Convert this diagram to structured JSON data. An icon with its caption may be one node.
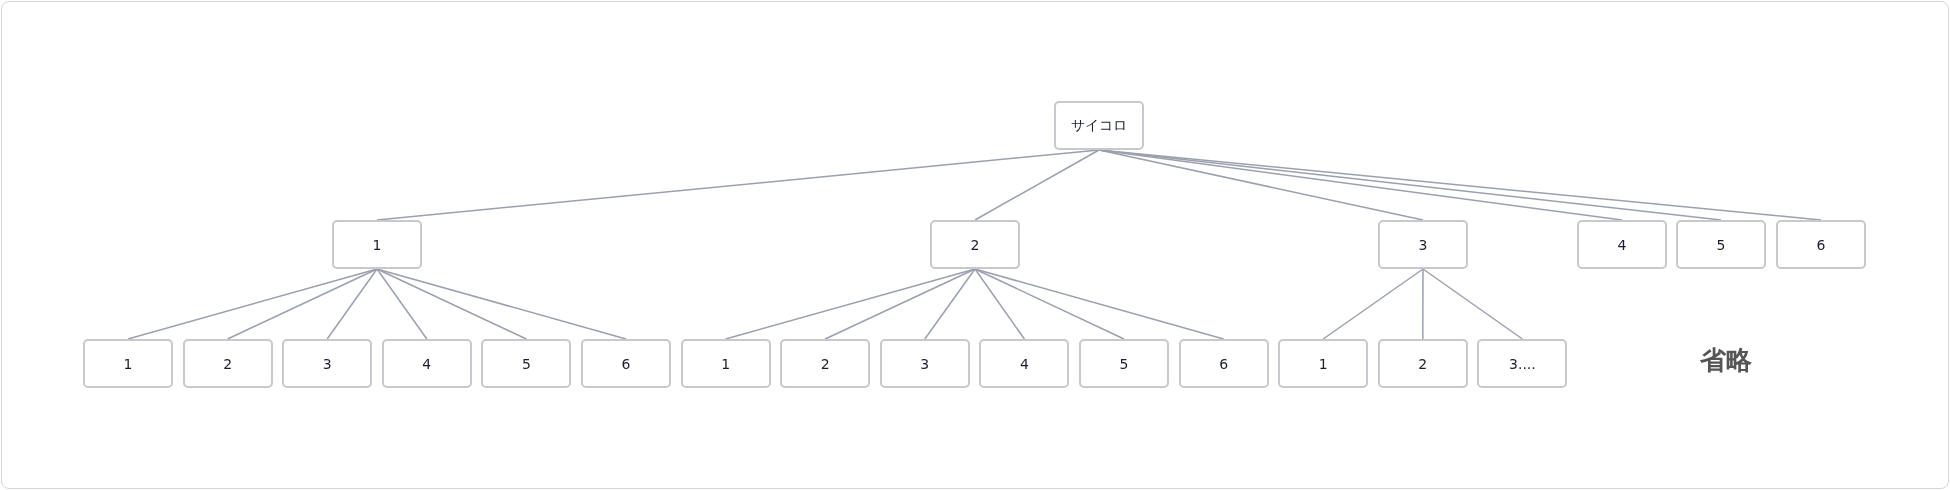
{
  "diagram": {
    "nodes": [
      {
        "text": [
          "サイコロ"
        ]
      },
      {
        "text": [
          "1"
        ]
      },
      {
        "text": [
          "2"
        ]
      },
      {
        "text": [
          "3"
        ]
      },
      {
        "text": [
          "4"
        ]
      },
      {
        "text": [
          "5"
        ]
      },
      {
        "text": [
          "6"
        ]
      },
      {
        "text": [
          "1"
        ]
      },
      {
        "text": [
          "2"
        ]
      },
      {
        "text": [
          "3"
        ]
      },
      {
        "text": [
          "4"
        ]
      },
      {
        "text": [
          "5"
        ]
      },
      {
        "text": [
          "6"
        ]
      },
      {
        "text": [
          "1"
        ]
      },
      {
        "text": [
          "2"
        ]
      },
      {
        "text": [
          "3"
        ]
      },
      {
        "text": [
          "4"
        ]
      },
      {
        "text": [
          "5"
        ]
      },
      {
        "text": [
          "6"
        ]
      },
      {
        "text": [
          "1"
        ]
      },
      {
        "text": [
          "2"
        ]
      },
      {
        "text": [
          "3...."
        ]
      }
    ],
    "edges": [
      {
        "from": 0,
        "to": 1,
        "arrow": "none"
      },
      {
        "from": 0,
        "to": 2,
        "arrow": "none"
      },
      {
        "from": 0,
        "to": 3,
        "arrow": "none"
      },
      {
        "from": 0,
        "to": 4,
        "arrow": "none"
      },
      {
        "from": 0,
        "to": 5,
        "arrow": "none"
      },
      {
        "from": 0,
        "to": 6,
        "arrow": "none"
      },
      {
        "from": 1,
        "to": 7,
        "arrow": "none"
      },
      {
        "from": 1,
        "to": 8,
        "arrow": "none"
      },
      {
        "from": 1,
        "to": 9,
        "arrow": "none"
      },
      {
        "from": 1,
        "to": 10,
        "arrow": "none"
      },
      {
        "from": 1,
        "to": 11,
        "arrow": "none"
      },
      {
        "from": 1,
        "to": 12,
        "arrow": "none"
      },
      {
        "from": 2,
        "to": 13,
        "arrow": "none"
      },
      {
        "from": 2,
        "to": 14,
        "arrow": "none"
      },
      {
        "from": 2,
        "to": 15,
        "arrow": "none"
      },
      {
        "from": 2,
        "to": 16,
        "arrow": "none"
      },
      {
        "from": 2,
        "to": 17,
        "arrow": "none"
      },
      {
        "from": 2,
        "to": 18,
        "arrow": "none"
      },
      {
        "from": 3,
        "to": 19,
        "arrow": "none"
      },
      {
        "from": 3,
        "to": 20,
        "arrow": "none"
      },
      {
        "from": 3,
        "to": 21,
        "arrow": "none"
      }
    ],
    "labels": [
      "省略"
    ]
  }
}
